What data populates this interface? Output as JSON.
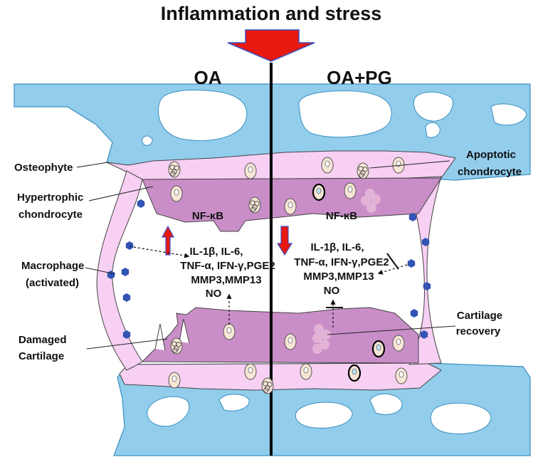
{
  "title": "Inflammation and stress",
  "panels": {
    "left": "OA",
    "right": "OA+PG"
  },
  "labels": {
    "osteophyte": "Osteophyte",
    "hypertrophic_1": "Hypertrophic",
    "hypertrophic_2": "chondrocyte",
    "macrophage_1": "Macrophage",
    "macrophage_2": "(activated)",
    "damaged_1": "Damaged",
    "damaged_2": "Cartilage",
    "apoptotic_1": "Apoptotic",
    "apoptotic_2": "chondrocyte",
    "recovery_1": "Cartilage",
    "recovery_2": "recovery"
  },
  "nfkb": "NF-κB",
  "mediators": [
    "IL-1β, IL-6,",
    "TNF-α, IFN-γ,PGE2",
    "MMP3,MMP13",
    "NO"
  ],
  "colors": {
    "bone": "#92CDEC",
    "bone_stroke": "#3A8FBF",
    "outer_cartilage": "#F7D0F4",
    "inner_cartilage": "#C98EC8",
    "macrophage": "#3154B5",
    "arrow_red": "#E8190F",
    "arrow_blue": "#3B4FC6"
  }
}
